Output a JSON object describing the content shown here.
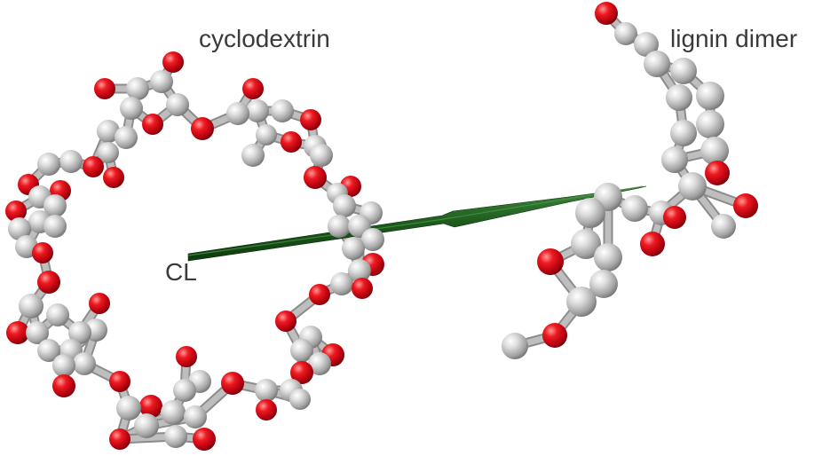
{
  "labels": {
    "cyclodextrin": "cyclodextrin",
    "lignin_dimer": "lignin dimer",
    "cl": "CL"
  },
  "colors": {
    "background": "#ffffff",
    "carbon_atom": "#c8c8c8",
    "oxygen_atom": "#e00010",
    "bond": "#bebebe",
    "vector_arrow": "#1f5d1f",
    "label_text": "#3a3a3a"
  },
  "molecules": [
    {
      "name": "cyclodextrin",
      "type": "ring-of-glucose-units",
      "atom_count_approx": 120
    },
    {
      "name": "lignin dimer",
      "type": "aromatic-dimer"
    }
  ],
  "vector": {
    "from": "CL",
    "to": "lignin dimer",
    "style": "tapered-arrow"
  }
}
